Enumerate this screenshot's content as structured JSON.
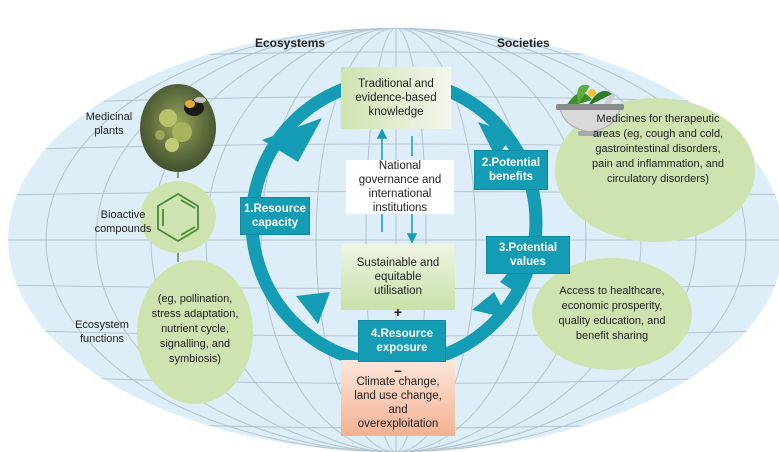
{
  "headers": {
    "left": "Ecosystems",
    "right": "Societies"
  },
  "left_labels": {
    "medicinal_plants": "Medicinal plants",
    "bioactive": "Bioactive compounds",
    "ecosystem_functions": "Ecosystem functions",
    "functions_detail": "(eg, pollination, stress adaptation, nutrient cycle, signalling, and symbiosis)"
  },
  "center": {
    "knowledge": "Traditional and evidence-based knowledge",
    "governance": "National governance and international institutions",
    "utilisation": "Sustainable and equitable utilisation",
    "plus": "+",
    "minus": "–",
    "threats": "Climate change, land use change, and overexploitation"
  },
  "steps": {
    "s1": "1.Resource capacity",
    "s2": "2.Potential benefits",
    "s3": "3.Potential values",
    "s4": "4.Resource exposure"
  },
  "right_labels": {
    "medicines": "Medicines for therapeutic areas (eg, cough and cold, gastrointestinal disorders, pain and inflammation, and circulatory disorders)",
    "access": "Access to healthcare, economic prosperity, quality education, and benefit sharing"
  },
  "colors": {
    "globe": "#deeef9",
    "grid": "#b4c4cf",
    "teal": "#139cb3",
    "green_bubble": "#cfe3b0",
    "threat": "#f6b89b"
  },
  "icons": [
    "bee-flower-photo",
    "benzene-ring-icon",
    "mortar-pestle-icon"
  ]
}
